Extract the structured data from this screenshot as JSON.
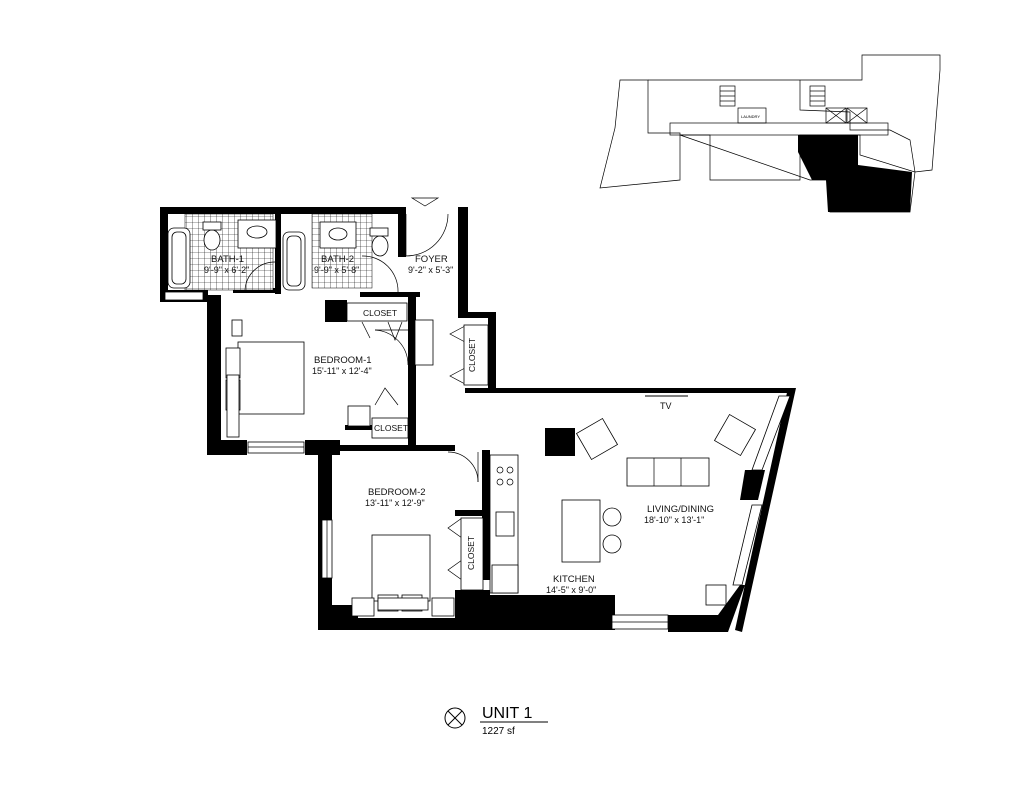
{
  "unit": {
    "title": "UNIT 1",
    "area": "1227 sf"
  },
  "rooms": [
    {
      "id": "bath1",
      "name": "BATH-1",
      "dims": "9'-9\" x 6'-2\""
    },
    {
      "id": "bath2",
      "name": "BATH-2",
      "dims": "9'-9\" x 5'-8\""
    },
    {
      "id": "foyer",
      "name": "FOYER",
      "dims": "9'-2\" x 5'-3\""
    },
    {
      "id": "bedroom1",
      "name": "BEDROOM-1",
      "dims": "15'-11\" x 12'-4\""
    },
    {
      "id": "bedroom2",
      "name": "BEDROOM-2",
      "dims": "13'-11\" x 12'-9\""
    },
    {
      "id": "living",
      "name": "LIVING/DINING",
      "dims": "18'-10\" x 13'-1\""
    },
    {
      "id": "kitchen",
      "name": "KITCHEN",
      "dims": "14'-5\" x 9'-0\""
    }
  ],
  "closets": {
    "c1": "CLOSET",
    "c2": "CLOSET",
    "c3": "CLOSET",
    "c4": "CLOSET"
  },
  "labels": {
    "tv": "TV",
    "laundry": "LAUNDRY"
  },
  "icons": {
    "north": "north-arrow-icon"
  }
}
